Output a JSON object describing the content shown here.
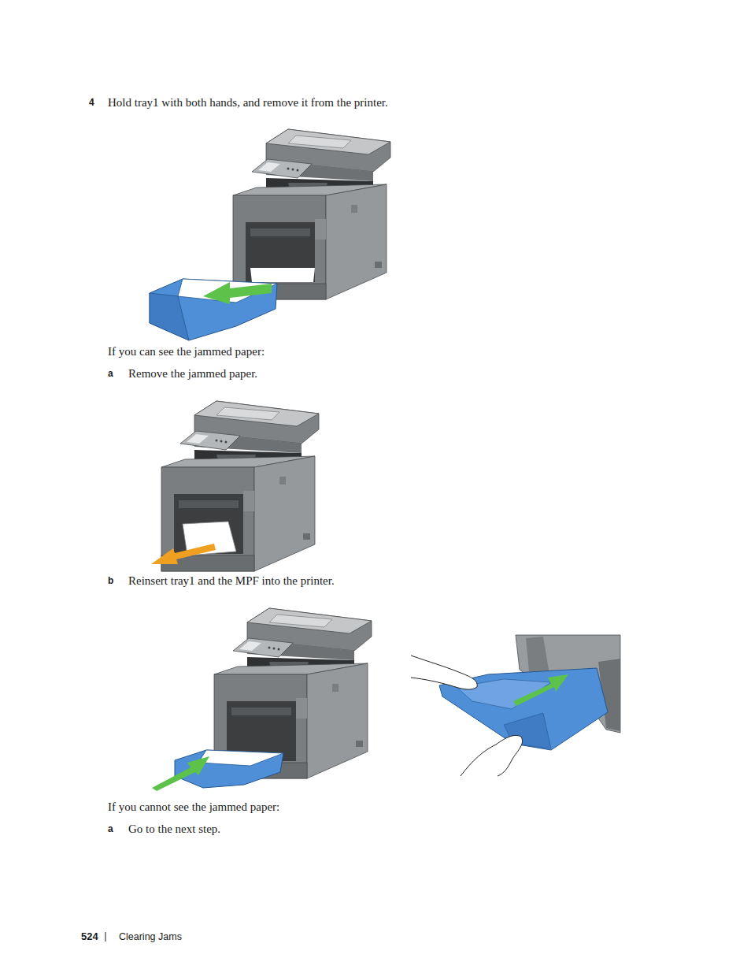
{
  "diagram": {
    "labels": [
      "4",
      "Hold tray1 with both hands, and remove it from the printer.",
      "If you can see the jammed paper:",
      "a",
      "Remove the jammed paper.",
      "b",
      "Reinsert tray1 and the MPF into the printer.",
      "If you cannot see the jammed paper:",
      "a",
      "Go to the next step.",
      "524",
      "Clearing Jams"
    ]
  }
}
